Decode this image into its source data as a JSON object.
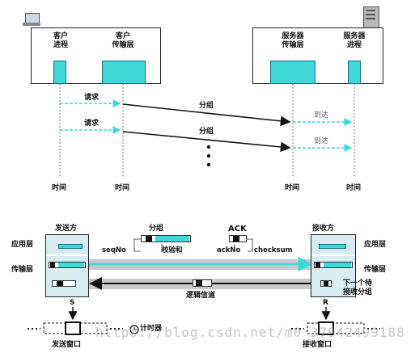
{
  "top": {
    "client_process": [
      "客户",
      "进程"
    ],
    "client_transport": [
      "客户",
      "传输层"
    ],
    "server_transport": [
      "服务器",
      "传输层"
    ],
    "server_process": [
      "服务器",
      "进程"
    ],
    "request_1": "请求",
    "request_2": "请求",
    "segment_1": "分组",
    "segment_2": "分组",
    "arrive_1": "到达",
    "arrive_2": "到达",
    "time_labels": [
      "时间",
      "时间",
      "时间",
      "时间"
    ]
  },
  "bottom": {
    "sender": "发送方",
    "receiver": "接收方",
    "segment": "分组",
    "ack": "ACK",
    "app_layer_left": "应用层",
    "transport_layer_left": "传输层",
    "app_layer_right": "应用层",
    "transport_layer_right": "传输层",
    "seqno": "seqNo",
    "checksum_left": "校验和",
    "ackno": "ackNo",
    "checksum_right": "checksum",
    "logical_channel": "逻辑信道",
    "next_expected": [
      "下一个待",
      "接收分组"
    ],
    "s_label": "S",
    "r_label": "R",
    "timer": "计时器",
    "send_window": "发送窗口",
    "recv_window": "接收窗口",
    "watermark": "https://blog.csdn.net/m0_37942499188"
  },
  "colors": {
    "cyan": "#3fd7d8",
    "gray_channel": "#c9c9c9",
    "dark_line": "#111111"
  }
}
